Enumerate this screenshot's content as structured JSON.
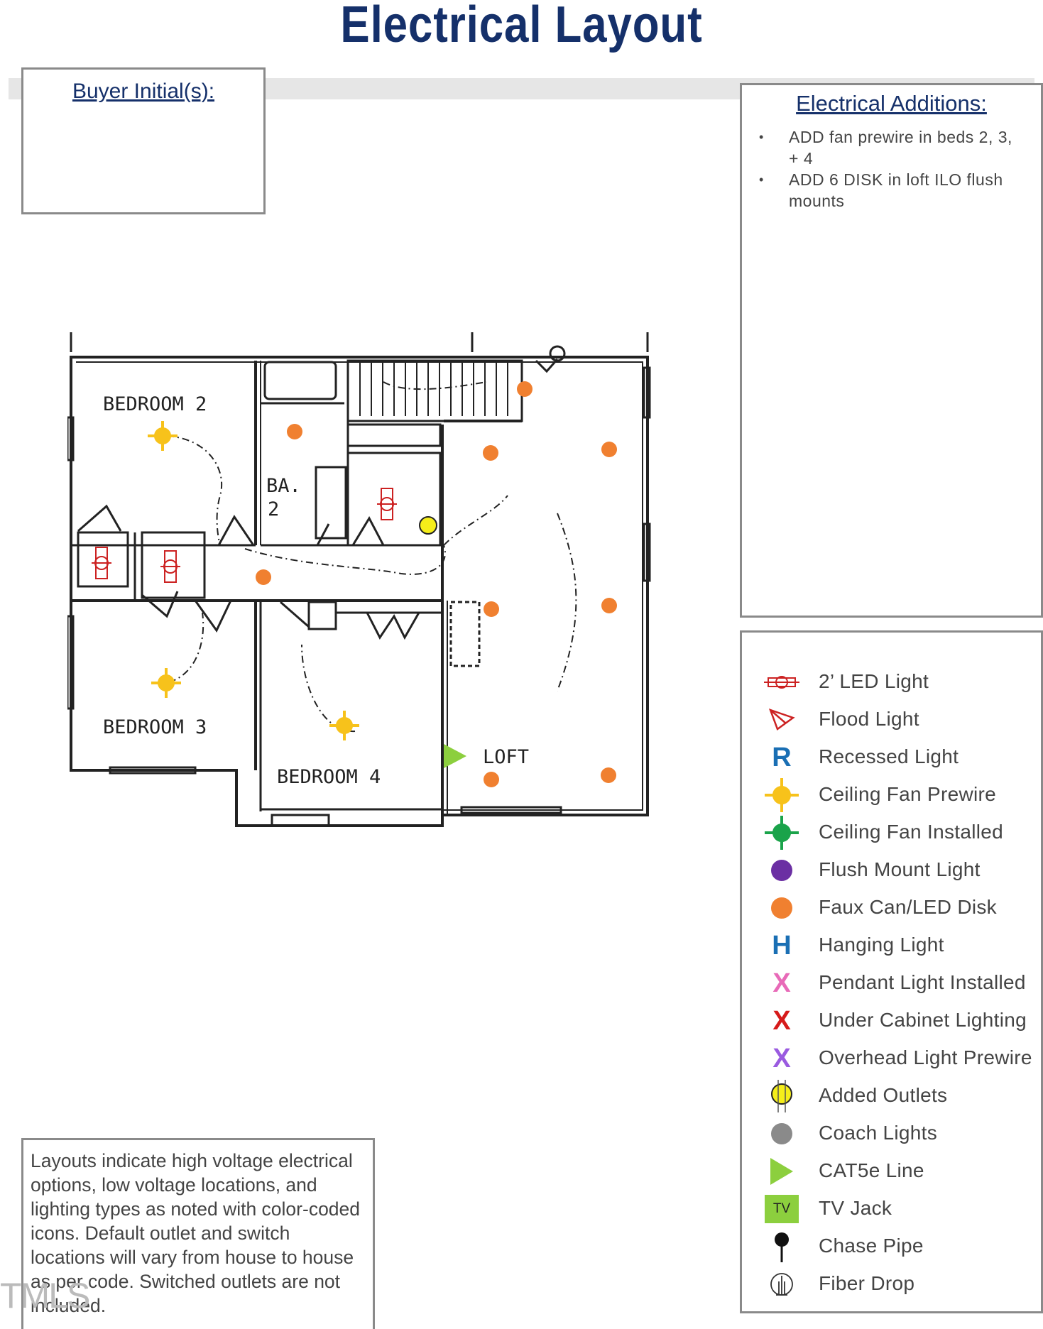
{
  "title": "Electrical Layout",
  "buyer_box": {
    "heading": "Buyer Initial(s):"
  },
  "additions": {
    "heading": "Electrical Additions:",
    "items": [
      "ADD fan prewire in beds 2, 3, + 4",
      "ADD 6 DISK in loft ILO flush mounts"
    ]
  },
  "plan": {
    "rooms": [
      "BEDROOM 2",
      "BA.",
      "2",
      "BEDROOM 3",
      "BEDROOM 4",
      "LOFT"
    ]
  },
  "legend": {
    "items": [
      {
        "icon": "led-2ft-icon",
        "label": "2’ LED Light",
        "color": "#cc2222"
      },
      {
        "icon": "flood-light-icon",
        "label": "Flood Light",
        "color": "#cc2222"
      },
      {
        "icon": "recessed-light-icon",
        "label": "Recessed Light",
        "glyph": "R",
        "color": "#1a6fb4"
      },
      {
        "icon": "ceiling-fan-prewire-icon",
        "label": "Ceiling Fan Prewire",
        "color": "#f7c21b"
      },
      {
        "icon": "ceiling-fan-installed-icon",
        "label": "Ceiling Fan Installed",
        "color": "#1aa34a"
      },
      {
        "icon": "flush-mount-light-icon",
        "label": "Flush Mount Light",
        "color": "#6b2fa3"
      },
      {
        "icon": "faux-can-led-disk-icon",
        "label": "Faux Can/LED Disk",
        "color": "#f08030"
      },
      {
        "icon": "hanging-light-icon",
        "label": "Hanging Light",
        "glyph": "H",
        "color": "#1a6fb4"
      },
      {
        "icon": "pendant-light-installed-icon",
        "label": "Pendant Light Installed",
        "glyph": "X",
        "color": "#e86ab8"
      },
      {
        "icon": "under-cabinet-lighting-icon",
        "label": "Under Cabinet Lighting",
        "glyph": "X",
        "color": "#d61a1a"
      },
      {
        "icon": "overhead-light-prewire-icon",
        "label": "Overhead Light Prewire",
        "glyph": "X",
        "color": "#9a5be0"
      },
      {
        "icon": "added-outlets-icon",
        "label": "Added Outlets",
        "color": "#f5ee1a"
      },
      {
        "icon": "coach-lights-icon",
        "label": "Coach Lights",
        "color": "#8a8a8a"
      },
      {
        "icon": "cat5e-line-icon",
        "label": "CAT5e Line",
        "color": "#8ccf3e"
      },
      {
        "icon": "tv-jack-icon",
        "label": "TV Jack",
        "glyph": "TV",
        "color": "#8ccf3e"
      },
      {
        "icon": "chase-pipe-icon",
        "label": "Chase Pipe",
        "color": "#111111"
      },
      {
        "icon": "fiber-drop-icon",
        "label": "Fiber Drop",
        "color": "#333333"
      }
    ]
  },
  "disclaimer": "Layouts indicate high voltage electrical options, low voltage locations, and lighting types as noted with color-coded icons. Default outlet and switch locations will vary from house to house as per code. Switched outlets are not included.",
  "watermark": "TMLS"
}
